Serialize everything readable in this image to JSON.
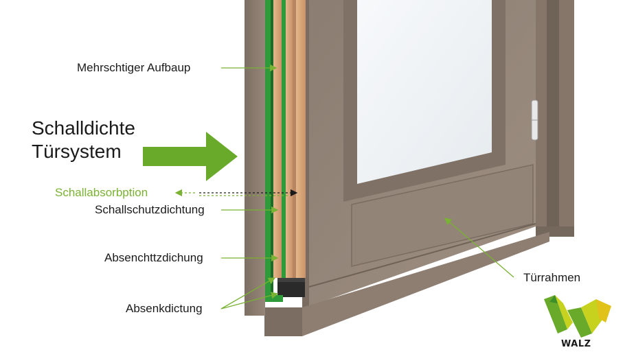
{
  "title": {
    "line1": "Schalldichte",
    "line2": "Türsystem"
  },
  "labels": {
    "layers": "Mehrschtiger Aufbaup",
    "absorption": "Schallabsorbption",
    "seal": "Schallschutzdichtung",
    "drop_seal": "Absenchttzdichung",
    "drop_seal_bottom": "Absenkdictung",
    "frame": "Türrahmen"
  },
  "logo": {
    "text": "WALZ"
  },
  "colors": {
    "accent_green": "#7ab233",
    "arrow_green": "#6aaa2a",
    "wood_frame": "#8a7b6e",
    "wood_dark": "#6d5f54",
    "seal_green": "#2e9a3a",
    "glass": "#f2f5f8"
  }
}
